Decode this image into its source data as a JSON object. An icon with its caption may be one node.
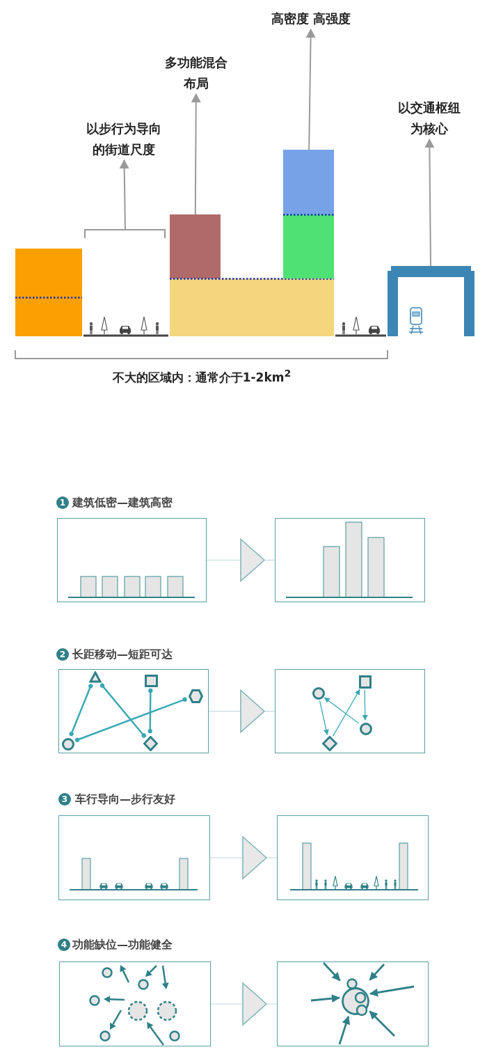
{
  "diagram": {
    "nodes": [
      {
        "text": [
          "以步行为导向的街道尺度"
        ]
      },
      {
        "text": [
          "多功能混合布局"
        ]
      },
      {
        "text": [
          "高密度 高强度"
        ]
      },
      {
        "text": [
          "以交通枢纽为核心"
        ]
      },
      {
        "text": [],
        "shape": "box"
      },
      {
        "text": [],
        "shape": "box"
      },
      {
        "text": [],
        "shape": "arch"
      },
      {
        "text": [],
        "shape": "box"
      },
      {
        "text": [],
        "shape": "box"
      },
      {
        "text": [],
        "shape": "box"
      },
      {
        "text": [],
        "shape": "box"
      },
      {
        "text": [],
        "shape": "triangle",
        "in": 9
      },
      {
        "text": [],
        "shape": "box",
        "in": 9
      },
      {
        "text": [],
        "shape": "hexagon",
        "in": 9
      },
      {
        "text": [],
        "shape": "circle",
        "in": 9
      },
      {
        "text": [],
        "shape": "diamond",
        "in": 9
      },
      {
        "text": [],
        "shape": "circle",
        "in": 10
      },
      {
        "text": [],
        "shape": "box",
        "in": 10
      },
      {
        "text": [],
        "shape": "circle",
        "in": 10
      },
      {
        "text": [],
        "shape": "diamond",
        "in": 10
      },
      {
        "text": [],
        "shape": "box"
      },
      {
        "text": [],
        "shape": "box"
      },
      {
        "text": [],
        "shape": "box"
      },
      {
        "text": [],
        "shape": "box"
      },
      {
        "text": [],
        "shape": "circle",
        "in": 23
      },
      {
        "text": [],
        "shape": "box"
      },
      {
        "text": [],
        "shape": "box"
      },
      {
        "text": [],
        "shape": "box"
      }
    ],
    "edges": [
      {
        "from": null,
        "to": 0,
        "arrow": "to",
        "color": "#9a9a9a"
      },
      {
        "from": 4,
        "to": 1,
        "arrow": "to",
        "color": "#9a9a9a"
      },
      {
        "from": 5,
        "to": 2,
        "arrow": "to",
        "color": "#9a9a9a"
      },
      {
        "from": 6,
        "to": 3,
        "arrow": "to",
        "color": "#9a9a9a"
      },
      {
        "from": 7,
        "to": 8,
        "arrow": "to",
        "color": "#7fb3b8"
      },
      {
        "from": 9,
        "to": 10,
        "arrow": "to",
        "color": "#7fb3b8"
      },
      {
        "from": 20,
        "to": 21,
        "arrow": "to",
        "color": "#7fb3b8"
      },
      {
        "from": 22,
        "to": 23,
        "arrow": "to",
        "color": "#7fb3b8"
      },
      {
        "from": 11,
        "to": 14,
        "arrow": "other"
      },
      {
        "from": 11,
        "to": 15,
        "arrow": "other"
      },
      {
        "from": 12,
        "to": 15,
        "arrow": "other"
      },
      {
        "from": 13,
        "to": 14,
        "arrow": "other"
      },
      {
        "from": 16,
        "to": 19,
        "arrow": "to"
      },
      {
        "from": 19,
        "to": 17,
        "arrow": "to"
      },
      {
        "from": 17,
        "to": 18,
        "arrow": "to"
      },
      {
        "from": 18,
        "to": 16,
        "arrow": "to"
      },
      {
        "from": null,
        "to": 24,
        "arrow": "to"
      },
      {
        "from": null,
        "to": 24,
        "arrow": "to"
      },
      {
        "from": null,
        "to": 24,
        "arrow": "to"
      },
      {
        "from": null,
        "to": 24,
        "arrow": "to"
      },
      {
        "from": null,
        "to": 24,
        "arrow": "to"
      },
      {
        "from": null,
        "to": 24,
        "arrow": "to"
      }
    ],
    "labels": [
      "不大的区域内：通常介于1-2km$^{2}$",
      "1",
      "建筑低密—建筑高密",
      "2",
      "长距移动—短距可达",
      "3",
      "车行导向—步行友好",
      "4",
      "功能缺位—功能健全"
    ]
  }
}
